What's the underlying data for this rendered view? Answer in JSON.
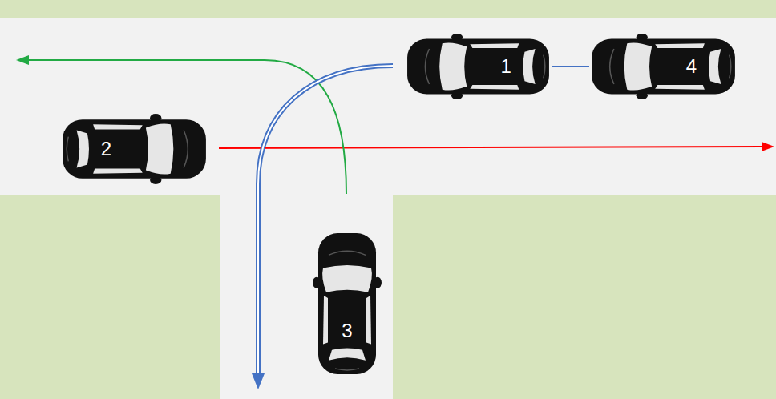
{
  "diagram": {
    "nodes": [
      {
        "text": [
          "1"
        ]
      },
      {
        "text": [
          "4"
        ]
      },
      {
        "text": [
          "2"
        ]
      },
      {
        "text": [
          "3"
        ]
      }
    ],
    "edges": [
      {
        "from": 0,
        "to": 1,
        "arrow": "none"
      }
    ]
  }
}
